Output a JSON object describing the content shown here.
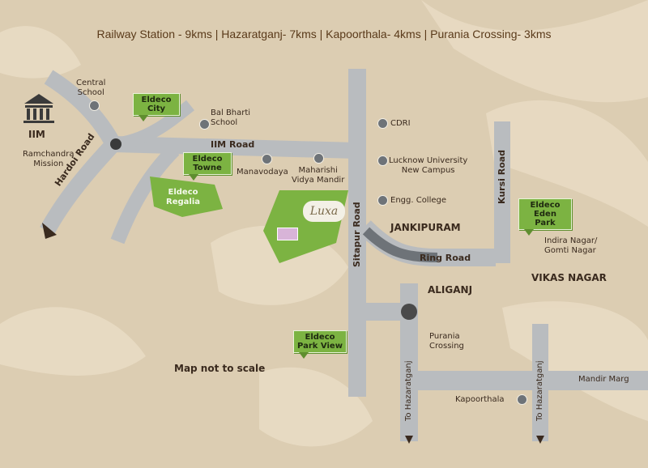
{
  "distance_bar": "Railway Station - 9kms  |  Hazaratganj- 7kms  |  Kapoorthala- 4kms  |  Purania Crossing- 3kms",
  "roads": {
    "iim_road": "IIM Road",
    "hardoi_road": "Hardoi Road",
    "sitapur_road": "Sitapur Road",
    "kursi_road": "Kursi Road",
    "ring_road": "Ring Road",
    "to_hazaratganj_1": "To Hazaratganj",
    "to_hazaratganj_2": "To Hazaratganj",
    "mandir_marg": "Mandir Marg"
  },
  "places": {
    "iim": "IIM",
    "ramchandra_mission": "Ramchandra\nMission",
    "central_school": "Central\nSchool",
    "bal_bharti_school": "Bal Bharti\nSchool",
    "manavodaya": "Manavodaya",
    "maharishi": "Maharishi\nVidya Mandir",
    "cdri": "CDRI",
    "lucknow_university": "Lucknow University\nNew Campus",
    "engg_college": "Engg. College",
    "jankipuram": "JANKIPURAM",
    "aliganj": "ALIGANJ",
    "vikas_nagar": "VIKAS NAGAR",
    "indira_nagar": "Indira Nagar/\nGomti Nagar",
    "purania_crossing": "Purania\nCrossing",
    "kapoorthala": "Kapoorthala"
  },
  "projects": {
    "eldeco_city": "Eldeco\nCity",
    "eldeco_towne": "Eldeco\nTowne",
    "eldeco_regalia": "Eldeco\nRegalia",
    "eldeco_eden_park": "Eldeco\nEden Park",
    "eldeco_park_view": "Eldeco\nPark View",
    "luxa_logo": "Luxa"
  },
  "note": "Map not to scale",
  "colors": {
    "background": "#dccdb2",
    "road": "#b9bcbf",
    "road_dark": "#6e7378",
    "project_green": "#7cb342",
    "text": "#3a2a1e"
  }
}
